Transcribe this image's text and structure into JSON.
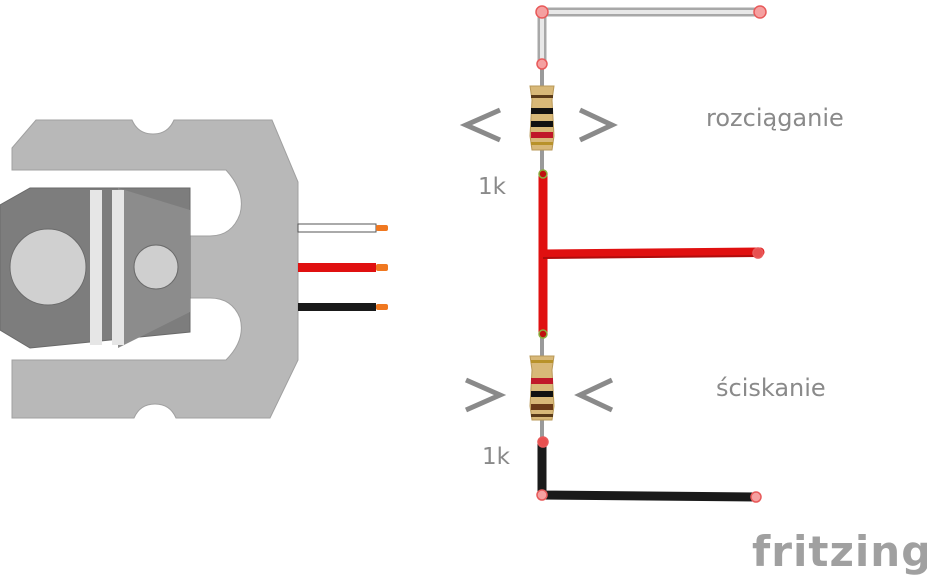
{
  "labels": {
    "stretch": "rozciąganie",
    "compress": "ściskanie",
    "resistor_top_value": "1k",
    "resistor_bottom_value": "1k",
    "logo": "fritzing"
  },
  "colors": {
    "background": "#ffffff",
    "label_gray": "#8a8a8a",
    "load_cell_body": "#b8b8b8",
    "load_cell_block": "#7d7d7d",
    "wire_white": "#ffffff",
    "wire_red": "#e01010",
    "wire_black": "#1a1a1a",
    "wire_gray": "#a8a8a8",
    "connector_pin": "#f07820",
    "endpoint": "#f08080",
    "resistor_body": "#d8b878"
  },
  "icons": {
    "load_cell": "load-cell-icon",
    "resistor": "resistor-icon",
    "chevron_left": "chevron-left-icon",
    "chevron_right": "chevron-right-icon"
  }
}
